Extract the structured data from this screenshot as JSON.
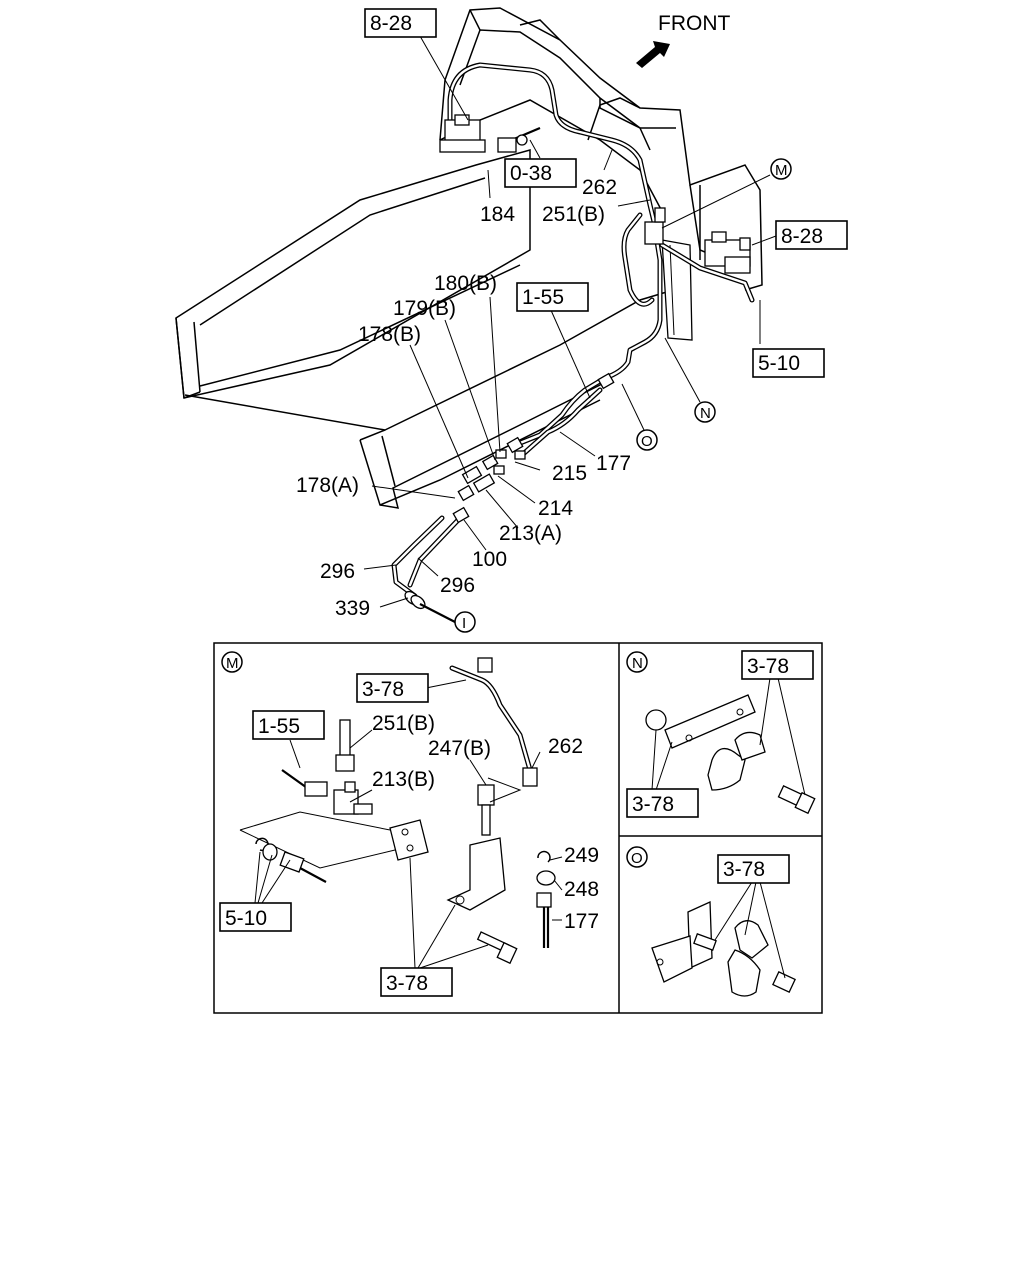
{
  "direction_label": "FRONT",
  "main_view": {
    "boxed_refs": {
      "ref_8_28_top": "8-28",
      "ref_0_38": "0-38",
      "ref_8_28_right": "8-28",
      "ref_1_55": "1-55",
      "ref_5_10": "5-10"
    },
    "labels": {
      "p262": "262",
      "p184": "184",
      "p251b": "251(B)",
      "p180b": "180(B)",
      "p179b": "179(B)",
      "p178b": "178(B)",
      "p215": "215",
      "p177": "177",
      "p178a": "178(A)",
      "p214": "214",
      "p213a": "213(A)",
      "p100": "100",
      "p296a": "296",
      "p296b": "296",
      "p339": "339"
    },
    "circled": {
      "m": "M",
      "n": "N",
      "o": "O",
      "i": "I"
    }
  },
  "detail_m": {
    "marker": "M",
    "boxed_refs": {
      "ref_3_78_top": "3-78",
      "ref_1_55": "1-55",
      "ref_5_10": "5-10",
      "ref_3_78_bottom": "3-78"
    },
    "labels": {
      "p251b": "251(B)",
      "p262": "262",
      "p247b": "247(B)",
      "p213b": "213(B)",
      "p249": "249",
      "p248": "248",
      "p177": "177"
    }
  },
  "detail_n": {
    "marker": "N",
    "boxed_refs": {
      "ref_3_78_top": "3-78",
      "ref_3_78_bottom": "3-78"
    }
  },
  "detail_o": {
    "marker": "O",
    "boxed_refs": {
      "ref_3_78": "3-78"
    }
  }
}
